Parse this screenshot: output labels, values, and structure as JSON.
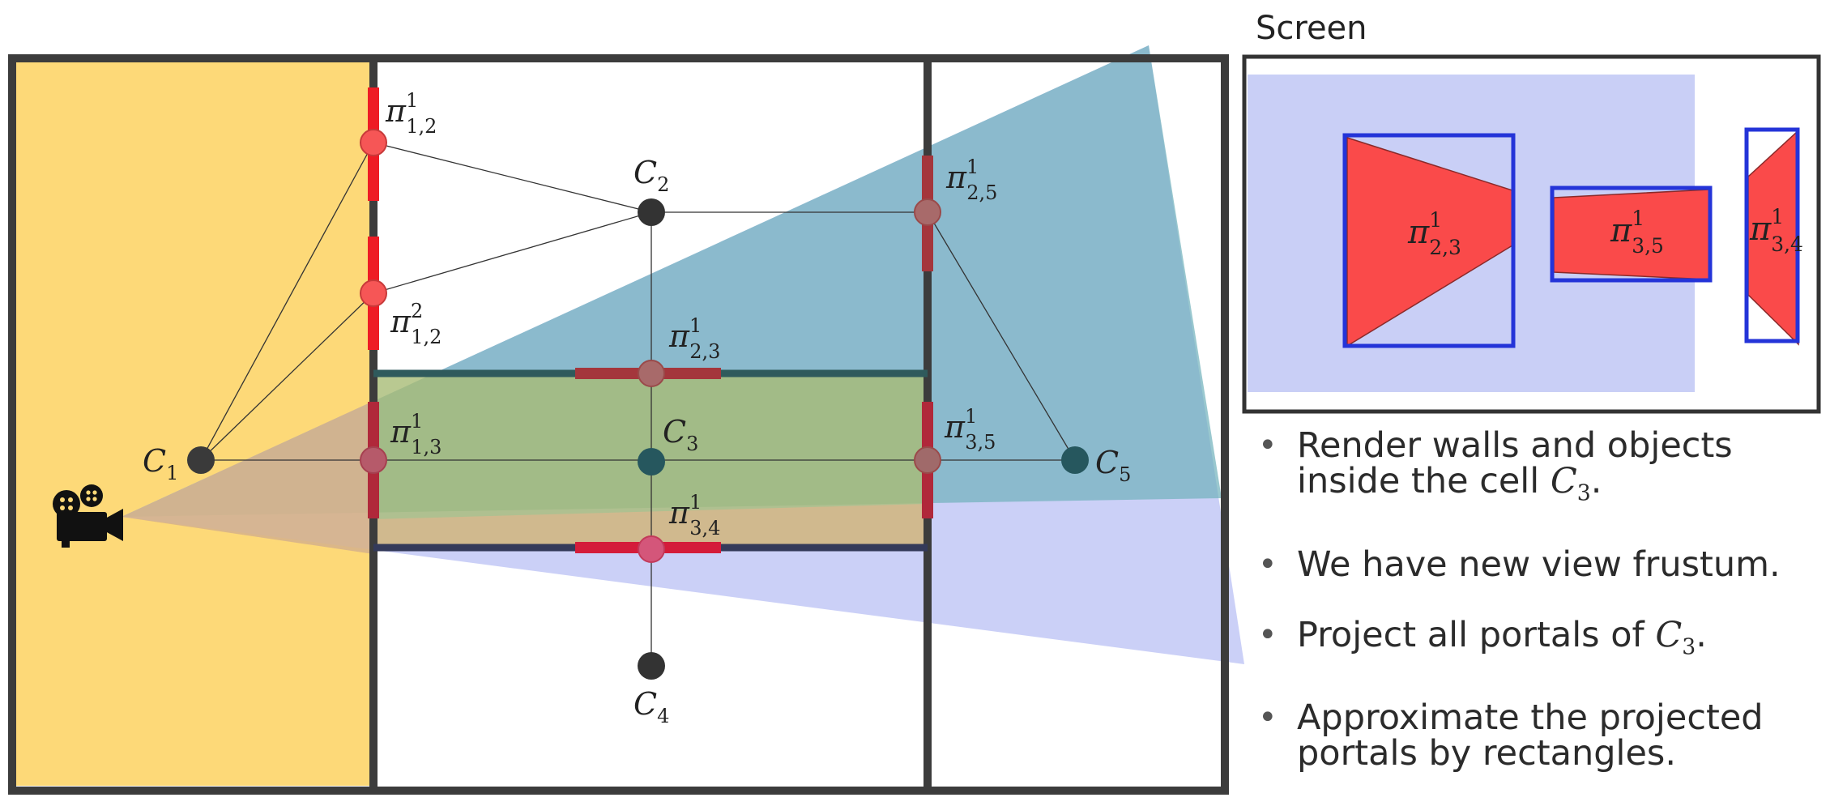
{
  "screen": {
    "title": "Screen"
  },
  "cells": {
    "c1": {
      "letter": "C",
      "index": "1"
    },
    "c2": {
      "letter": "C",
      "index": "2"
    },
    "c3": {
      "letter": "C",
      "index": "3"
    },
    "c4": {
      "letter": "C",
      "index": "4"
    },
    "c5": {
      "letter": "C",
      "index": "5"
    }
  },
  "portals": {
    "p12a": {
      "sym": "π",
      "sup": "1",
      "sub": "1,2"
    },
    "p12b": {
      "sym": "π",
      "sup": "2",
      "sub": "1,2"
    },
    "p13": {
      "sym": "π",
      "sup": "1",
      "sub": "1,3"
    },
    "p23": {
      "sym": "π",
      "sup": "1",
      "sub": "2,3"
    },
    "p25": {
      "sym": "π",
      "sup": "1",
      "sub": "2,5"
    },
    "p35": {
      "sym": "π",
      "sup": "1",
      "sub": "3,5"
    },
    "p34": {
      "sym": "π",
      "sup": "1",
      "sub": "3,4"
    }
  },
  "screen_portals": {
    "s23": {
      "sym": "π",
      "sup": "1",
      "sub": "2,3"
    },
    "s35": {
      "sym": "π",
      "sup": "1",
      "sub": "3,5"
    },
    "s34": {
      "sym": "π",
      "sup": "1",
      "sub": "3,4"
    }
  },
  "bullets": [
    {
      "text": "Render walls and objects inside the cell ",
      "math_letter": "C",
      "math_index": "3",
      "tail": "."
    },
    {
      "text": "We have new view frustum.",
      "math_letter": "",
      "math_index": "",
      "tail": ""
    },
    {
      "text": "Project all portals of ",
      "math_letter": "C",
      "math_index": "3",
      "tail": "."
    },
    {
      "text": "Approximate the projected portals by rectangles.",
      "math_letter": "",
      "math_index": "",
      "tail": ""
    }
  ],
  "colors": {
    "cell1_fill": "#fdd978",
    "frustum_outer": "#c9cff6",
    "frustum_inner": "#7fb9c3",
    "cell3_overlap": "#9bb67a",
    "portal_red": "#e8212a",
    "portal_projected": "#fa4a4a",
    "rect_outline": "#2434d8",
    "wall": "#3c3c3c"
  },
  "icons": {
    "camera": "movie-camera-icon"
  }
}
